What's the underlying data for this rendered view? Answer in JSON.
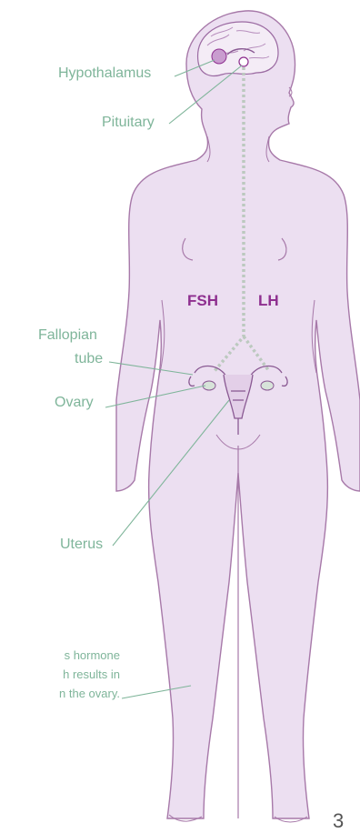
{
  "labels": {
    "hypothalamus": "Hypothalamus",
    "pituitary": "Pituitary",
    "fallopian_line1": "Fallopian",
    "fallopian_line2": "tube",
    "ovary": "Ovary",
    "uterus": "Uterus"
  },
  "hormones": {
    "fsh": "FSH",
    "lh": "LH"
  },
  "caption": {
    "line1": "s hormone",
    "line2": "h results in",
    "line3": "n the ovary."
  },
  "page_number": "3",
  "colors": {
    "body_fill": "#ecdff1",
    "body_outline": "#a779a9",
    "label_text": "#7fb59a",
    "hormone_text": "#8e2f8f",
    "signal_path": "#bcc9bf",
    "organ_stroke": "#8a5a93"
  }
}
